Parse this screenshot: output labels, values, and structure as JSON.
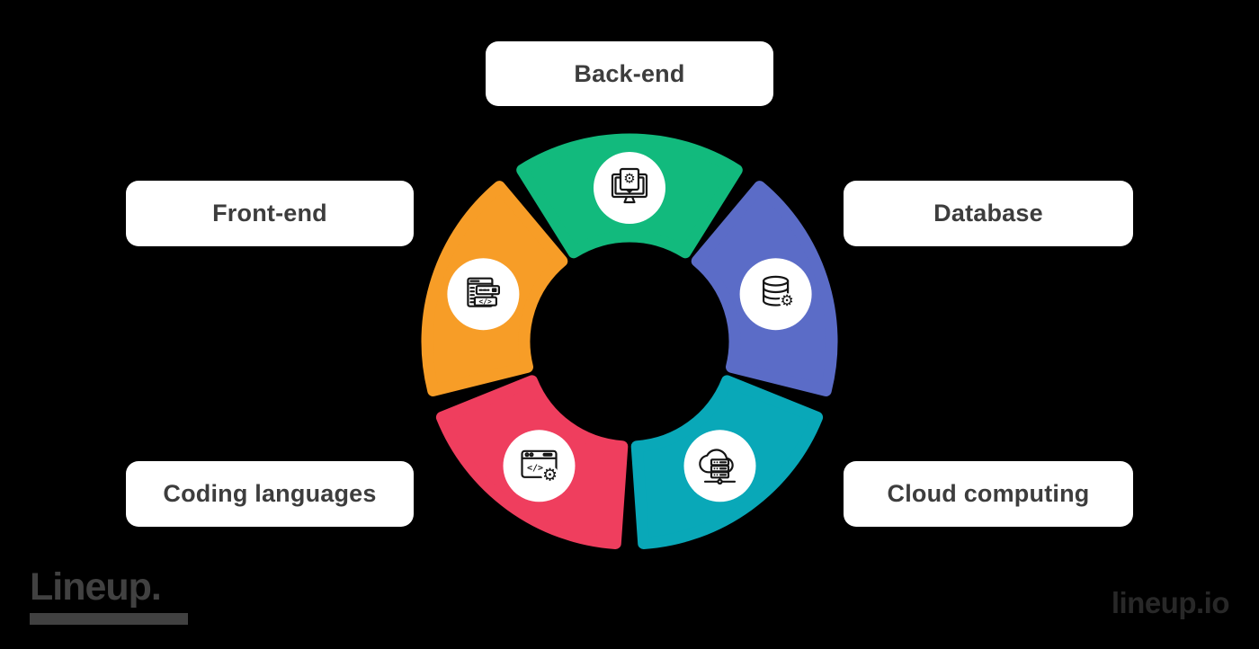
{
  "background_color": "#000000",
  "labels": {
    "backend": "Back-end",
    "database": "Database",
    "cloud": "Cloud computing",
    "coding": "Coding languages",
    "frontend": "Front-end"
  },
  "segments": [
    {
      "name": "back-end",
      "label": "Back-end",
      "color": "#12BA7D",
      "icon": "monitor-gear-icon",
      "position": "top"
    },
    {
      "name": "database",
      "label": "Database",
      "color": "#5B6CC7",
      "icon": "database-gear-icon",
      "position": "upper-right"
    },
    {
      "name": "cloud-computing",
      "label": "Cloud computing",
      "color": "#09A8B8",
      "icon": "cloud-server-icon",
      "position": "lower-right"
    },
    {
      "name": "coding-languages",
      "label": "Coding languages",
      "color": "#EF3E5E",
      "icon": "browser-code-gear-icon",
      "position": "lower-left"
    },
    {
      "name": "front-end",
      "label": "Front-end",
      "color": "#F79D27",
      "icon": "layered-windows-code-icon",
      "position": "upper-left"
    }
  ],
  "icon_glyphs": {
    "gear": "⚙",
    "code": "</>"
  },
  "label_style": {
    "background": "#FFFFFF",
    "text_color": "#3D3D3D"
  },
  "footer": {
    "logo_text": "Lineup.",
    "watermark_text": "lineup.io",
    "logo_color": "#414141",
    "watermark_color": "#282828"
  }
}
